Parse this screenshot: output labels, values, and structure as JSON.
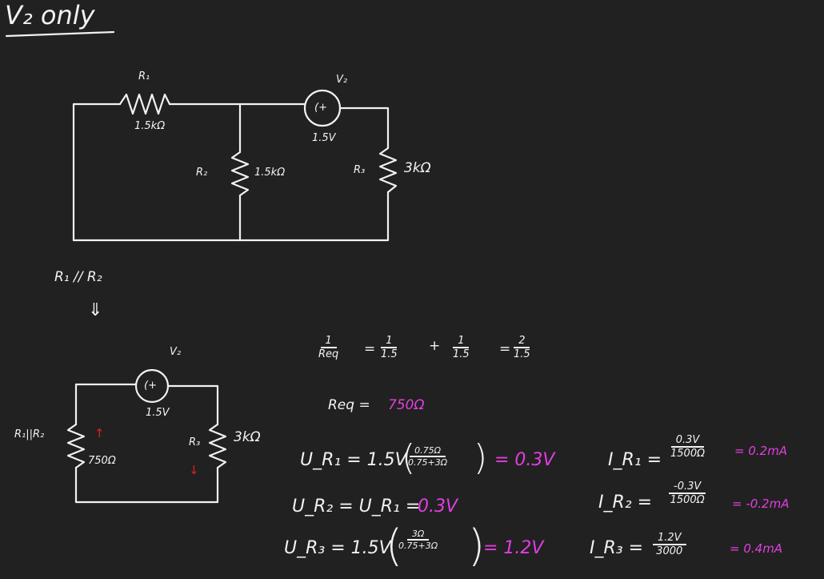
{
  "title": "V₂ only",
  "circuit1": {
    "r1_label": "R₁",
    "r1_value": "1.5kΩ",
    "r2_label": "R₂",
    "r2_value": "1.5kΩ",
    "r3_label": "R₃",
    "r3_value": "3kΩ",
    "source_label": "V₂",
    "source_value": "1.5V",
    "source_symbol": "(+"
  },
  "step": {
    "label": "R₁ // R₂",
    "arrow": "⇓"
  },
  "circuit2": {
    "req_label": "R₁||R₂",
    "req_value": "750Ω",
    "r3_label": "R₃",
    "r3_value": "3kΩ",
    "source_label": "V₂",
    "source_value": "1.5V",
    "source_symbol": "(+",
    "arrow_up": "↑",
    "arrow_down": "↓"
  },
  "equations": {
    "req_eq": {
      "lhs_num": "1",
      "lhs_den": "Req",
      "t1_num": "1",
      "t1_den": "1.5",
      "plus": "+",
      "t2_num": "1",
      "t2_den": "1.5",
      "r_num": "2",
      "r_den": "1.5"
    },
    "req_result_label": "Req =",
    "req_result": "750Ω",
    "vr1": {
      "lhs": "U_R₁ = 1.5V",
      "num": "0.75Ω",
      "den": "0.75+3Ω",
      "result": "= 0.3V"
    },
    "vr2": {
      "lhs": "U_R₂ = U_R₁ =",
      "result": "0.3V"
    },
    "vr3": {
      "lhs": "U_R₃ = 1.5V",
      "num": "3Ω",
      "den": "0.75+3Ω",
      "result": "= 1.2V"
    },
    "ir1": {
      "lhs": "I_R₁ =",
      "num": "0.3V",
      "den": "1500Ω",
      "result": "= 0.2mA"
    },
    "ir2": {
      "lhs": "I_R₂ =",
      "num": "-0.3V",
      "den": "1500Ω",
      "result": "= -0.2mA"
    },
    "ir3": {
      "lhs": "I_R₃ =",
      "num": "1.2V",
      "den": "3000",
      "result": "= 0.4mA"
    }
  },
  "colors": {
    "background": "#212121",
    "ink": "#f2f2f2",
    "highlight": "#e23ee0",
    "red": "#e02020"
  }
}
